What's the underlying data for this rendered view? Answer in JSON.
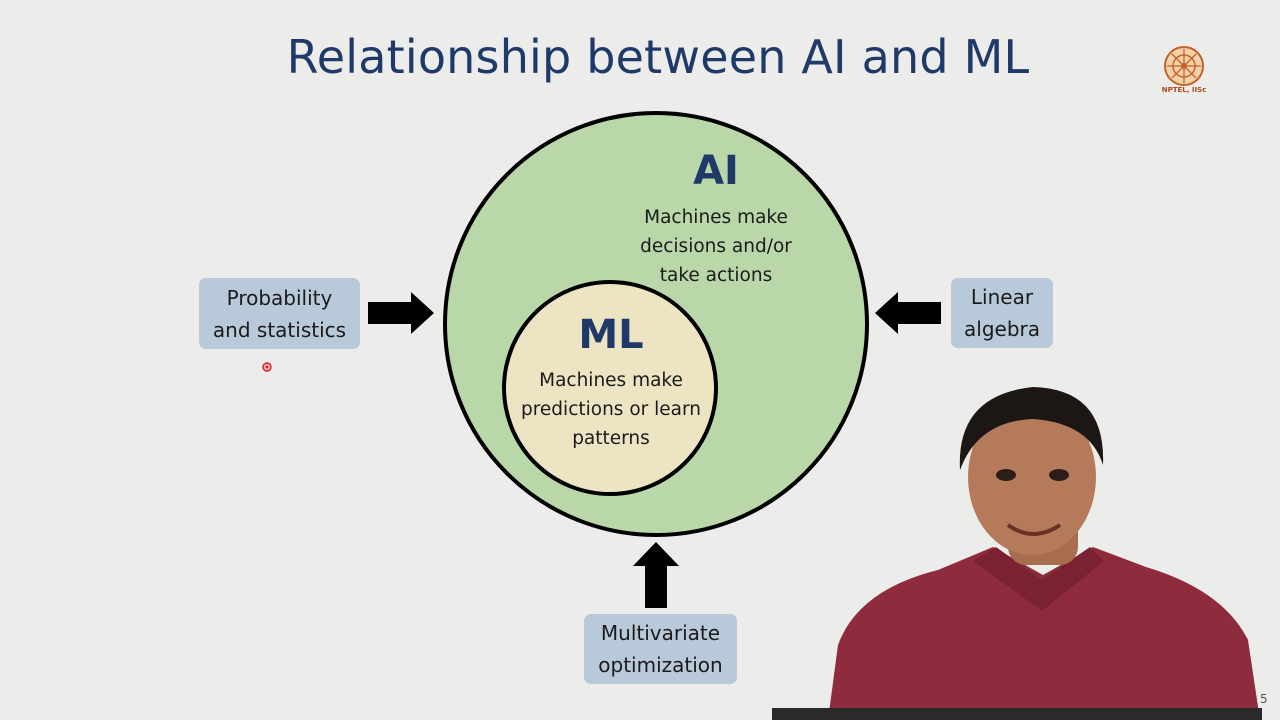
{
  "slide": {
    "title": "Relationship between AI and ML",
    "logo_text": "NPTEL, IISc",
    "slide_number": "5"
  },
  "diagram": {
    "outer": {
      "title": "AI",
      "description": "Machines make\ndecisions and/or\ntake actions",
      "fill": "#b9d7a8"
    },
    "inner": {
      "title": "ML",
      "description": "Machines make\npredictions or learn\npatterns",
      "fill": "#ece4c3"
    },
    "inputs": [
      {
        "label": "Probability\nand statistics"
      },
      {
        "label": "Linear\nalgebra"
      },
      {
        "label": "Multivariate\noptimization"
      }
    ]
  },
  "colors": {
    "background": "#ececeb",
    "title": "#1f3a68",
    "box": "#b8c9da",
    "arrow": "#000000"
  }
}
